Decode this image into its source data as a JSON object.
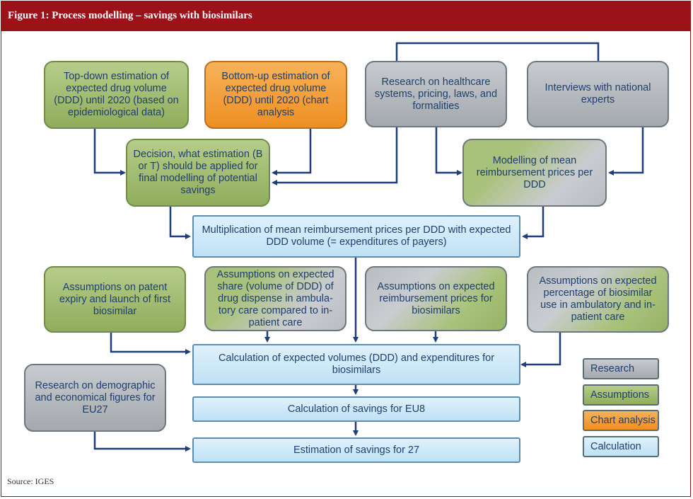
{
  "title": "Figure 1: Process modelling – savings with biosimilars",
  "nodes": {
    "topdown": "Top-down estimation of expected drug volume (DDD) until 2020 (based on epidemiological data)",
    "bottomup": "Bottom-up estimation of expected drug volume (DDD) until 2020 (chart analysis",
    "research_hc": "Research on healthcare systems, pricing, laws, and formalities",
    "interviews": "Interviews with national experts",
    "decision": "Decision, what estimation (B or T) should be applied for final modelling of potential savings",
    "modelling": "Modelling of mean reimbursement prices per DDD",
    "multiplication": "Multiplication of mean reimbursement prices per DDD with expected DDD volume (= expenditures of payers)",
    "assump_patent": "Assumptions on patent expiry and launch of first biosimilar",
    "assump_share": "Assumptions on expected share (volume of DDD) of drug dispense in ambula-tory care compared to in-patient care",
    "assump_prices": "Assumptions on expected reimbursement prices for biosimilars",
    "assump_percentage": "Assumptions on expected percentage of biosimilar use in ambulatory and in-patient care",
    "calc_volumes": "Calculation of expected volumes (DDD) and expenditures for biosimilars",
    "research_demo": "Research on demographic and economical figures for EU27",
    "calc_eu8": "Calculation of savings for EU8",
    "estimation_27": "Estimation of savings for 27"
  },
  "legend": [
    {
      "label": "Research",
      "color": "#b2b6bb"
    },
    {
      "label": "Assumptions",
      "color": "#a3bd72"
    },
    {
      "label": "Chart analysis",
      "color": "#f29a33"
    },
    {
      "label": "Calculation",
      "color": "#cde8f8"
    }
  ],
  "source": "Source: IGES"
}
